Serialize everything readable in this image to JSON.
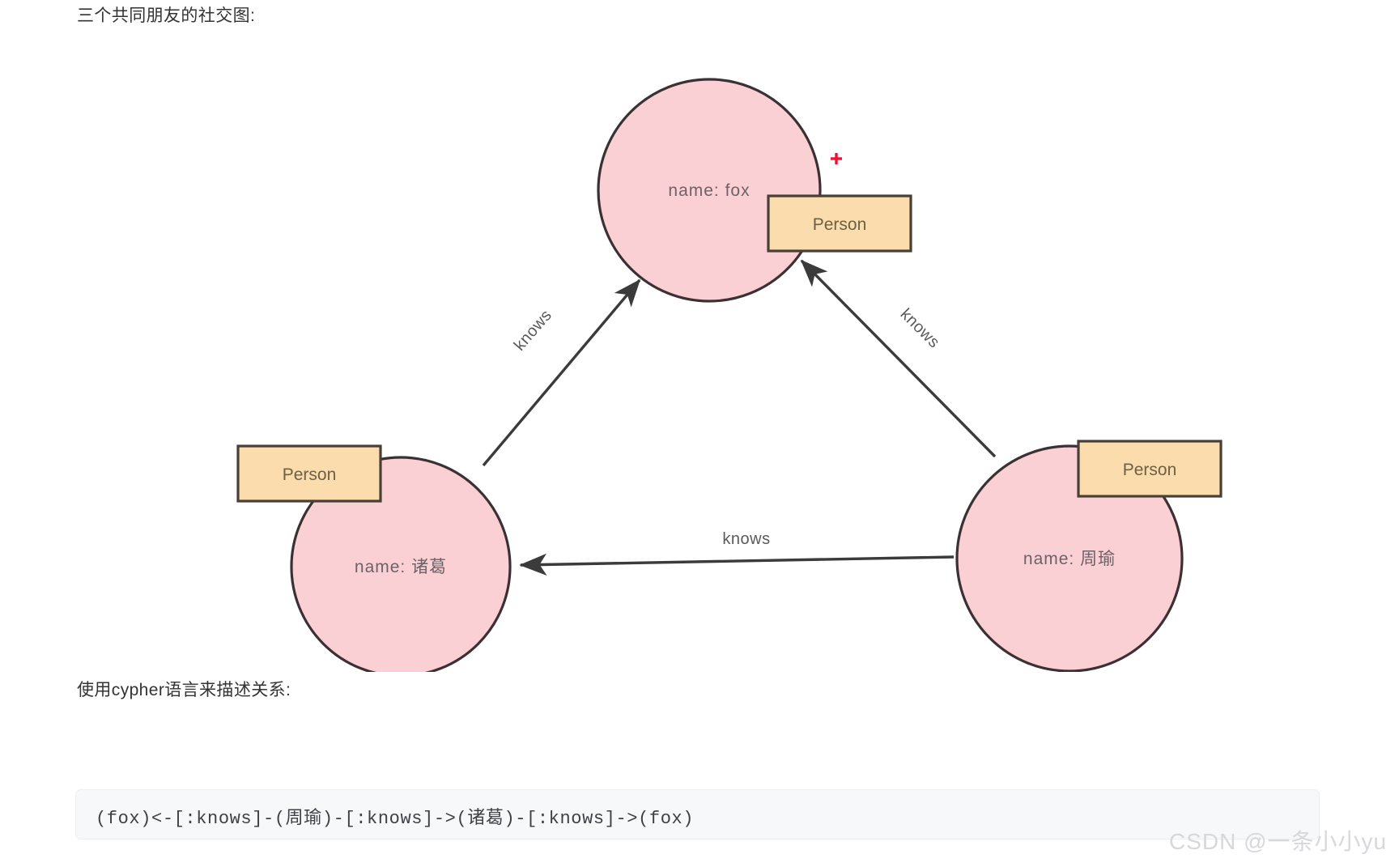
{
  "page": {
    "title_text": "三个共同朋友的社交图:",
    "cypher_caption": "使用cypher语言来描述关系:",
    "watermark": "CSDN @一条小小yu"
  },
  "colors": {
    "node_fill": "#fbd0d4",
    "node_stroke": "#3b3134",
    "type_box_fill": "#fbddad",
    "type_box_stroke": "#4a3f36",
    "edge_stroke": "#3b3b3b",
    "cursor_marker": "#ee1133",
    "code_background": "#f7f8fa",
    "text": "#333333"
  },
  "graph": {
    "type": "node-link-diagram",
    "nodes": [
      {
        "id": "fox",
        "property_label": "name: fox",
        "type_label": "Person",
        "position": "top"
      },
      {
        "id": "zhuge",
        "property_label": "name: 诸葛",
        "type_label": "Person",
        "position": "bottom-left"
      },
      {
        "id": "zhouyu",
        "property_label": "name: 周瑜",
        "type_label": "Person",
        "position": "bottom-right"
      }
    ],
    "edges": [
      {
        "from": "zhuge",
        "to": "fox",
        "label": "knows"
      },
      {
        "from": "zhouyu",
        "to": "fox",
        "label": "knows"
      },
      {
        "from": "zhouyu",
        "to": "zhuge",
        "label": "knows"
      }
    ]
  },
  "code": {
    "language": "cypher",
    "text": "(fox)<-[:knows]-(周瑜)-[:knows]->(诸葛)-[:knows]->(fox)"
  }
}
